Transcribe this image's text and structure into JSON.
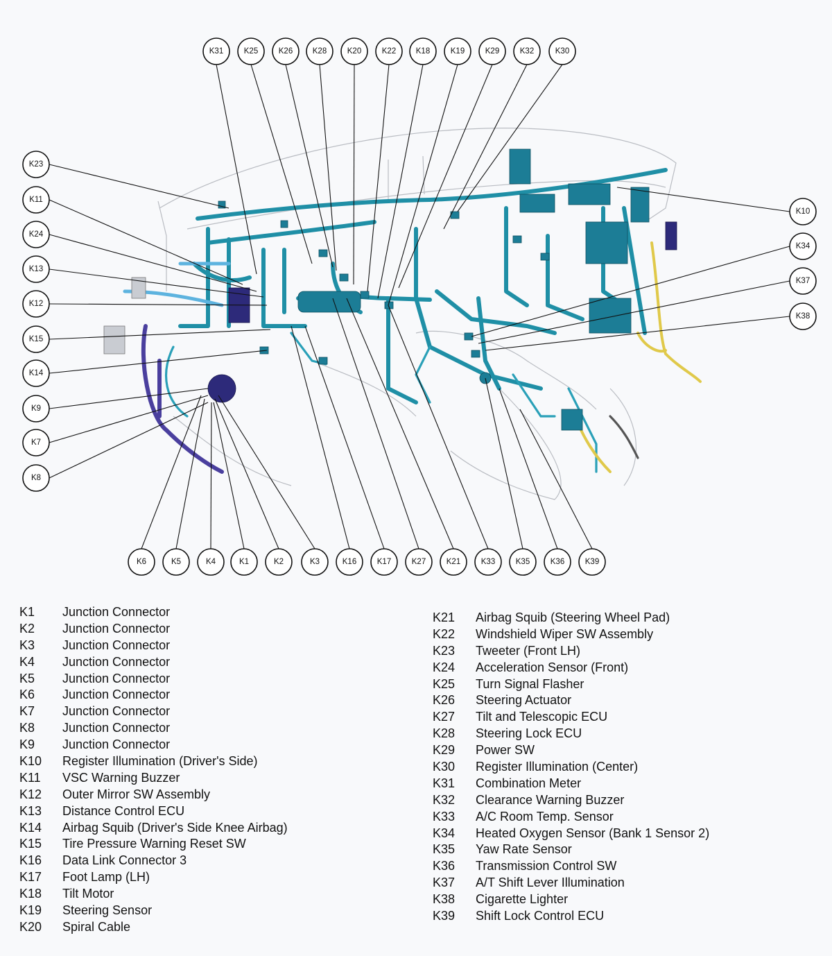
{
  "callouts": {
    "top": [
      "K31",
      "K25",
      "K26",
      "K28",
      "K20",
      "K22",
      "K18",
      "K19",
      "K29",
      "K32",
      "K30"
    ],
    "left": [
      "K23",
      "K11",
      "K24",
      "K13",
      "K12",
      "K15",
      "K14",
      "K9",
      "K7",
      "K8"
    ],
    "right": [
      "K10",
      "K34",
      "K37",
      "K38"
    ],
    "bottom": [
      "K6",
      "K5",
      "K4",
      "K1",
      "K2",
      "K3",
      "K16",
      "K17",
      "K27",
      "K21",
      "K33",
      "K35",
      "K36",
      "K39"
    ]
  },
  "legend": {
    "left": [
      {
        "code": "K1",
        "label": "Junction Connector"
      },
      {
        "code": "K2",
        "label": "Junction Connector"
      },
      {
        "code": "K3",
        "label": "Junction Connector"
      },
      {
        "code": "K4",
        "label": "Junction Connector"
      },
      {
        "code": "K5",
        "label": "Junction Connector"
      },
      {
        "code": "K6",
        "label": "Junction Connector"
      },
      {
        "code": "K7",
        "label": "Junction Connector"
      },
      {
        "code": "K8",
        "label": "Junction Connector"
      },
      {
        "code": "K9",
        "label": "Junction Connector"
      },
      {
        "code": "K10",
        "label": "Register Illumination (Driver's Side)"
      },
      {
        "code": "K11",
        "label": "VSC Warning Buzzer"
      },
      {
        "code": "K12",
        "label": "Outer Mirror SW Assembly"
      },
      {
        "code": "K13",
        "label": "Distance Control ECU"
      },
      {
        "code": "K14",
        "label": "Airbag Squib (Driver's Side Knee Airbag)"
      },
      {
        "code": "K15",
        "label": "Tire Pressure Warning Reset SW"
      },
      {
        "code": "K16",
        "label": "Data Link Connector 3"
      },
      {
        "code": "K17",
        "label": "Foot Lamp (LH)"
      },
      {
        "code": "K18",
        "label": "Tilt Motor"
      },
      {
        "code": "K19",
        "label": "Steering Sensor"
      },
      {
        "code": "K20",
        "label": "Spiral Cable"
      }
    ],
    "right": [
      {
        "code": "K21",
        "label": "Airbag Squib (Steering Wheel Pad)"
      },
      {
        "code": "K22",
        "label": "Windshield Wiper SW Assembly"
      },
      {
        "code": "K23",
        "label": "Tweeter (Front LH)"
      },
      {
        "code": "K24",
        "label": "Acceleration Sensor (Front)"
      },
      {
        "code": "K25",
        "label": "Turn Signal Flasher"
      },
      {
        "code": "K26",
        "label": "Steering Actuator"
      },
      {
        "code": "K27",
        "label": "Tilt and Telescopic ECU"
      },
      {
        "code": "K28",
        "label": "Steering Lock ECU"
      },
      {
        "code": "K29",
        "label": "Power SW"
      },
      {
        "code": "K30",
        "label": "Register Illumination (Center)"
      },
      {
        "code": "K31",
        "label": "Combination Meter"
      },
      {
        "code": "K32",
        "label": "Clearance Warning Buzzer"
      },
      {
        "code": "K33",
        "label": "A/C Room Temp. Sensor"
      },
      {
        "code": "K34",
        "label": "Heated Oxygen Sensor (Bank 1 Sensor 2)"
      },
      {
        "code": "K35",
        "label": "Yaw Rate Sensor"
      },
      {
        "code": "K36",
        "label": "Transmission Control SW"
      },
      {
        "code": "K37",
        "label": "A/T Shift Lever Illumination"
      },
      {
        "code": "K38",
        "label": "Cigarette Lighter"
      },
      {
        "code": "K39",
        "label": "Shift Lock Control ECU"
      }
    ]
  },
  "colors": {
    "harness_teal": "#1f8fa6",
    "harness_purple": "#4a3f9e",
    "harness_yellow": "#e0c94a",
    "harness_light_blue": "#5db3df"
  }
}
